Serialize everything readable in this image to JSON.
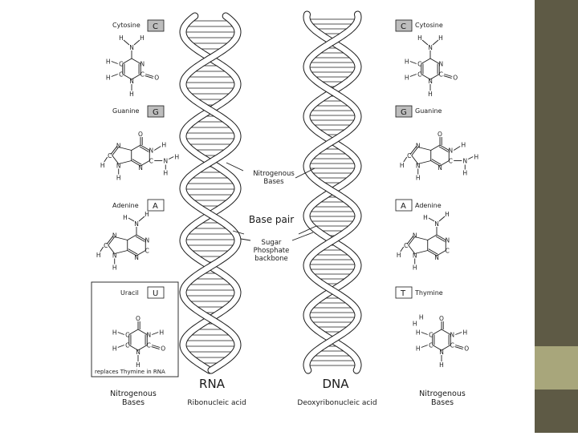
{
  "colors": {
    "sidebar_dark": "#5e5a45",
    "sidebar_light": "#a8a67b",
    "ink": "#1a1a1a",
    "label_box": "#bdbdbd"
  },
  "left_bases": [
    {
      "name": "Cytosine",
      "letter": "C"
    },
    {
      "name": "Guanine",
      "letter": "G"
    },
    {
      "name": "Adenine",
      "letter": "A"
    },
    {
      "name": "Uracil",
      "letter": "U"
    }
  ],
  "right_bases": [
    {
      "name": "Cytosine",
      "letter": "C"
    },
    {
      "name": "Guanine",
      "letter": "G"
    },
    {
      "name": "Adenine",
      "letter": "A"
    },
    {
      "name": "Thymine",
      "letter": "T"
    }
  ],
  "uracil_note": "replaces Thymine in RNA",
  "labels": {
    "nitrogenous_bases_line1": "Nitrogenous",
    "nitrogenous_bases_line2": "Bases",
    "base_pair": "Base pair",
    "sugar_line1": "Sugar",
    "sugar_line2": "Phosphate",
    "sugar_line3": "backbone"
  },
  "captions": {
    "rna": "RNA",
    "rna_full": "Ribonucleic acid",
    "dna": "DNA",
    "dna_full": "Deoxyribonucleic acid",
    "left_title_1": "Nitrogenous",
    "left_title_2": "Bases",
    "right_title_1": "Nitrogenous",
    "right_title_2": "Bases"
  },
  "atoms": {
    "H": "H",
    "N": "N",
    "C": "C",
    "O": "O"
  }
}
